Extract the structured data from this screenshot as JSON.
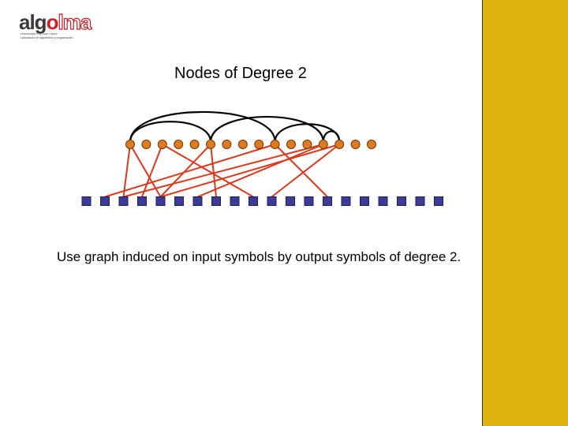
{
  "logo": {
    "word_start": "alg",
    "word_symbol": "o",
    "word_end": "lma",
    "tagline_1": "Universidad Rey Juan Carlos",
    "tagline_2": "Laboratorio de algoritmos y programación"
  },
  "title": "Nodes of Degree 2",
  "caption": "Use graph induced on input symbols by output symbols of degree 2.",
  "colors": {
    "input_node_fill": "#e07a1f",
    "input_node_stroke": "#6b3a0c",
    "output_node_fill": "#3c3c96",
    "output_node_stroke": "#1e1e5a",
    "edge_color": "#d83a1e",
    "arc_color": "#000000",
    "side_panel": "#deb20e"
  },
  "graph": {
    "input_node_count": 16,
    "output_node_count": 20,
    "degree2_edges": [
      [
        0,
        2
      ],
      [
        0,
        4
      ],
      [
        2,
        3
      ],
      [
        2,
        9
      ],
      [
        5,
        4
      ],
      [
        5,
        7
      ],
      [
        9,
        1
      ],
      [
        9,
        13
      ],
      [
        12,
        2
      ],
      [
        12,
        6
      ],
      [
        13,
        4
      ],
      [
        13,
        10
      ]
    ],
    "arcs": [
      [
        0,
        5
      ],
      [
        0,
        9
      ],
      [
        5,
        12
      ],
      [
        9,
        13
      ],
      [
        12,
        13
      ]
    ]
  }
}
